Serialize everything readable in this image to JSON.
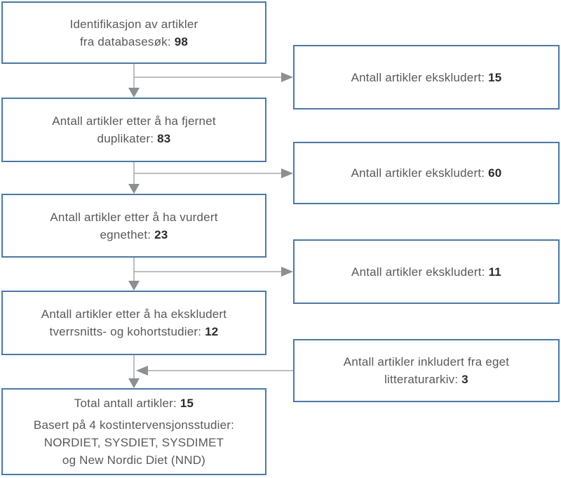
{
  "flowchart": {
    "description": "PRISMA-style article selection flow diagram (Norwegian)",
    "colors": {
      "box_border": "#4679b2",
      "box_background": "#ffffff",
      "text": "#58595b",
      "number_bold": "#2b2b2c",
      "arrow_line": "#a7a9ac",
      "arrow_head": "#8c8f93",
      "page_background": "#ffffff"
    },
    "main_flow": [
      {
        "id": "identification",
        "lines": [
          [
            "Identifikasjon av artikler"
          ],
          [
            "fra databasesøk: ",
            "98"
          ]
        ]
      },
      {
        "id": "duplicates_removed",
        "lines": [
          [
            "Antall artikler etter å ha fjernet"
          ],
          [
            "duplikater: ",
            "83"
          ]
        ]
      },
      {
        "id": "eligibility_assessed",
        "lines": [
          [
            "Antall artikler etter å ha vurdert"
          ],
          [
            "egnethet: ",
            "23"
          ]
        ]
      },
      {
        "id": "cohort_excluded",
        "lines": [
          [
            "Antall artikler etter å ha ekskludert"
          ],
          [
            "tverrsnitts- og kohortstudier: ",
            "12"
          ]
        ]
      },
      {
        "id": "total",
        "para1": [
          "Total antall artikler: ",
          "15"
        ],
        "para2": [
          "Basert på 4 kostintervensjonsstudier:",
          "NORDIET, SYSDIET, SYSDIMET",
          "og New Nordic Diet (NND)"
        ]
      }
    ],
    "side_boxes": [
      {
        "id": "excluded_1",
        "lines": [
          [
            "Antall artikler ekskludert: ",
            "15"
          ]
        ]
      },
      {
        "id": "excluded_2",
        "lines": [
          [
            "Antall artikler ekskludert: ",
            "60"
          ]
        ]
      },
      {
        "id": "excluded_3",
        "lines": [
          [
            "Antall artikler ekskludert: ",
            "11"
          ]
        ]
      },
      {
        "id": "included_own_archive",
        "lines": [
          [
            "Antall artikler inkludert fra eget"
          ],
          [
            "litteraturarkiv: ",
            "3"
          ]
        ]
      }
    ],
    "numbers": {
      "identified": 98,
      "after_duplicates_removed": 83,
      "after_eligibility": 23,
      "after_cohort_exclusion": 12,
      "excluded_step1": 15,
      "excluded_step2": 60,
      "excluded_step3": 11,
      "included_from_own_archive": 3,
      "total": 15
    }
  }
}
